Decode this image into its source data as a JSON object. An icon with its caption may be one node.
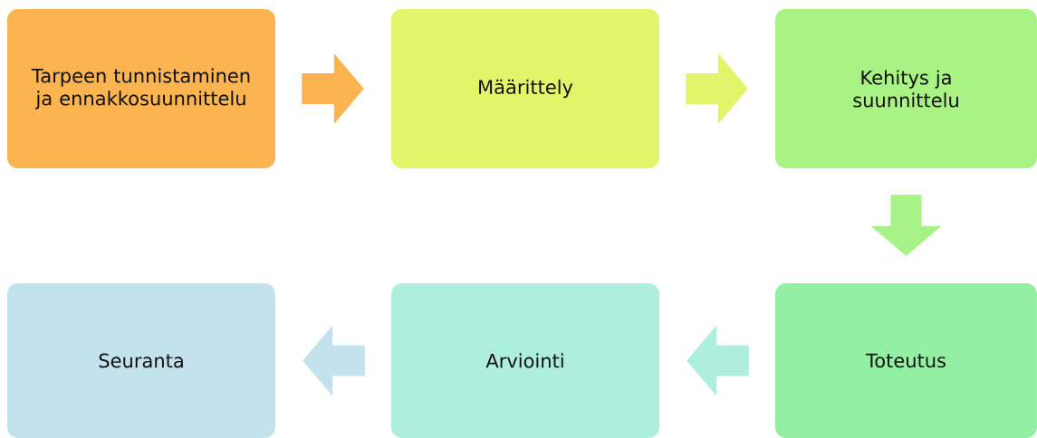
{
  "diagram": {
    "nodes": [
      {
        "text": [
          "Tarpeen tunnistaminen ja ennakkosuunnittelu"
        ]
      },
      {
        "text": [
          "Määrittely"
        ]
      },
      {
        "text": [
          "Kehitys ja suunnittelu"
        ]
      },
      {
        "text": [
          "Toteutus"
        ]
      },
      {
        "text": [
          "Arviointi"
        ]
      },
      {
        "text": [
          "Seuranta"
        ]
      }
    ],
    "edges": [
      {
        "from": 0,
        "to": 1,
        "arrow": "to",
        "color": "#fbb44f"
      },
      {
        "from": 1,
        "to": 2,
        "arrow": "to",
        "color": "#e2f56a"
      },
      {
        "from": 2,
        "to": 3,
        "arrow": "to",
        "color": "#a6f286"
      },
      {
        "from": 3,
        "to": 4,
        "arrow": "to",
        "color": "#aeeedc"
      },
      {
        "from": 4,
        "to": 5,
        "arrow": "to",
        "color": "#c2e3ee"
      }
    ]
  }
}
